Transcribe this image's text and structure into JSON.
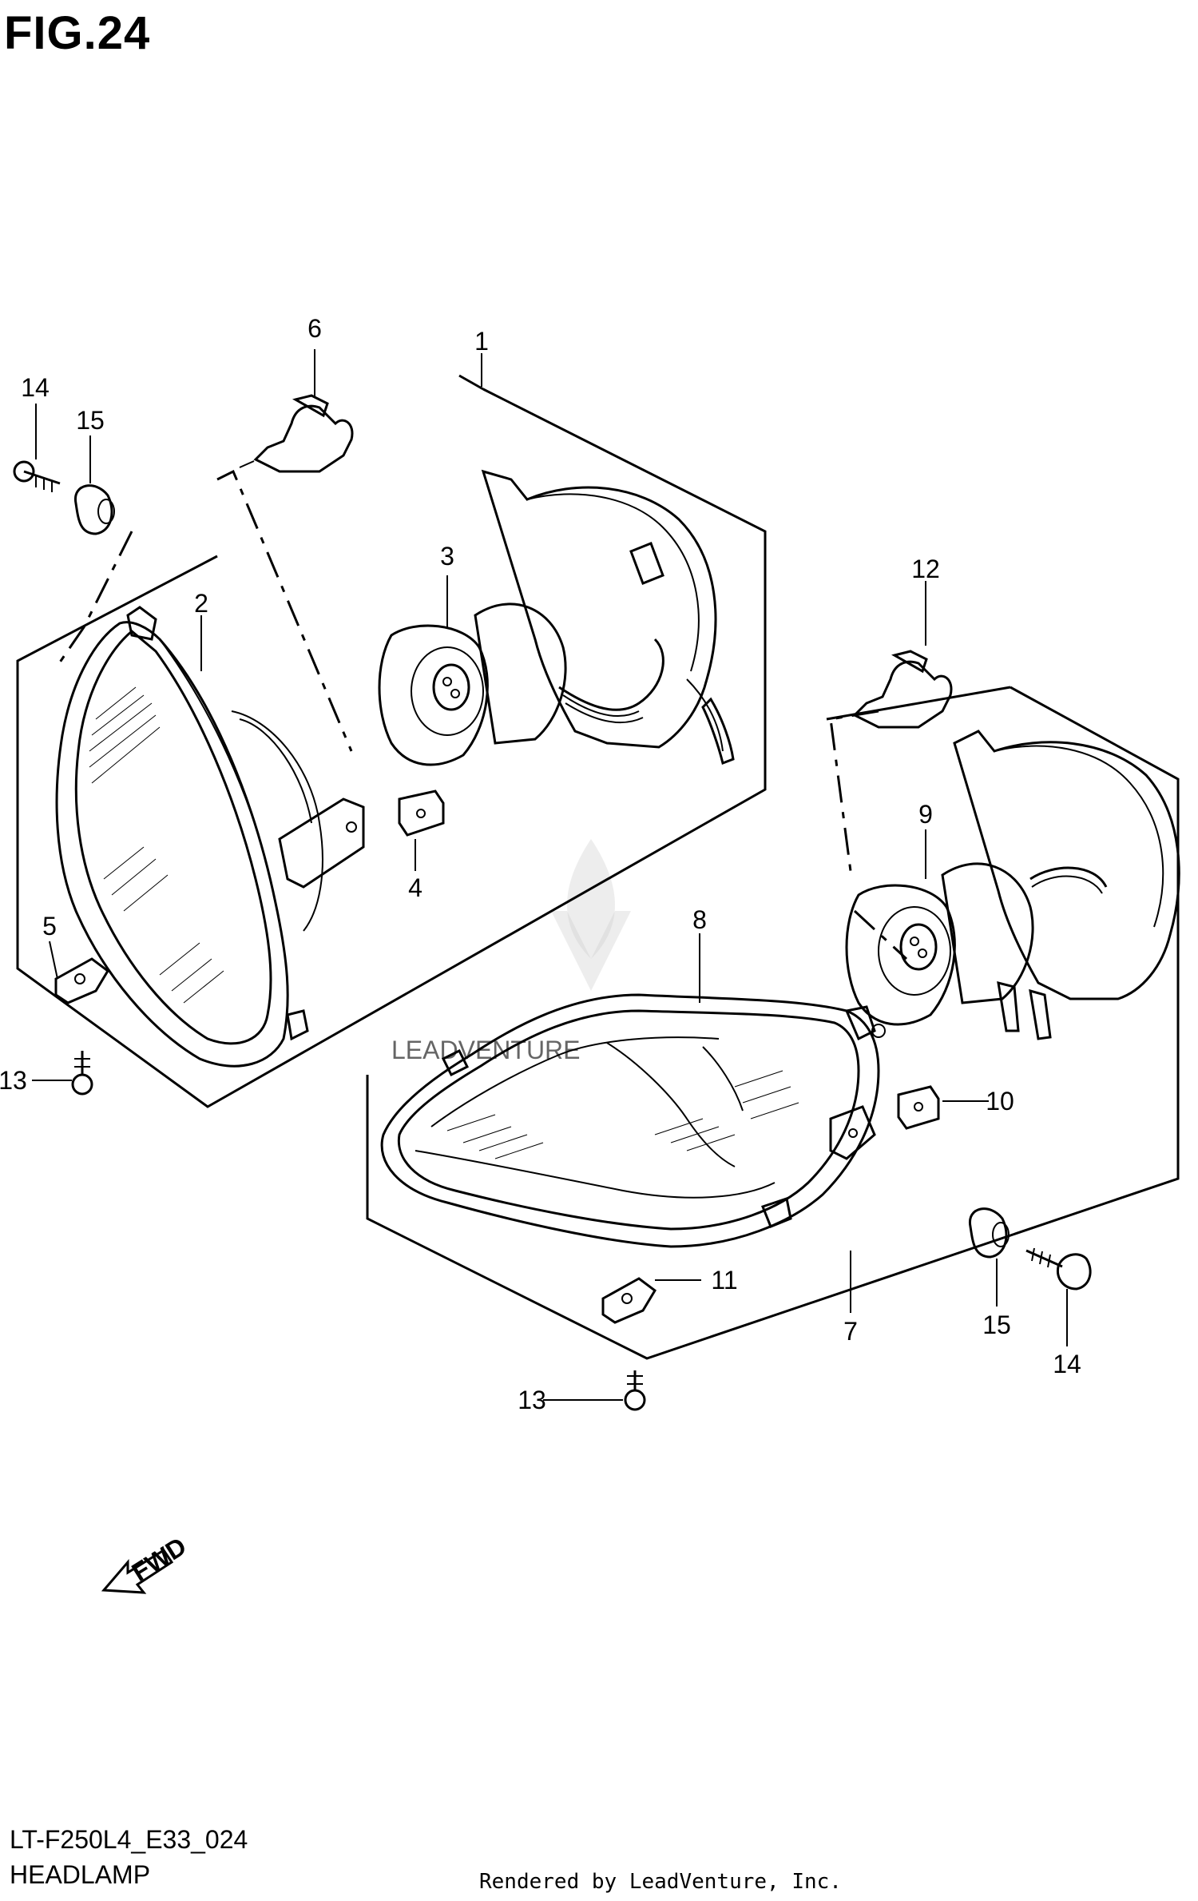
{
  "figure": {
    "title": "FIG.24"
  },
  "footer": {
    "model_code": "LT-F250L4_E33_024",
    "section_name": "HEADLAMP",
    "rendered_by": "Rendered by LeadVenture, Inc."
  },
  "watermark": {
    "text": "LEADVENTURE"
  },
  "fwd_arrow": {
    "label": "FWD"
  },
  "callouts": [
    {
      "number": "1"
    },
    {
      "number": "2"
    },
    {
      "number": "3"
    },
    {
      "number": "4"
    },
    {
      "number": "5"
    },
    {
      "number": "6"
    },
    {
      "number": "14"
    },
    {
      "number": "15"
    },
    {
      "number": "13"
    },
    {
      "number": "12"
    },
    {
      "number": "9"
    },
    {
      "number": "8"
    },
    {
      "number": "10"
    },
    {
      "number": "11"
    },
    {
      "number": "7"
    },
    {
      "number": "15"
    },
    {
      "number": "14"
    },
    {
      "number": "13"
    }
  ]
}
